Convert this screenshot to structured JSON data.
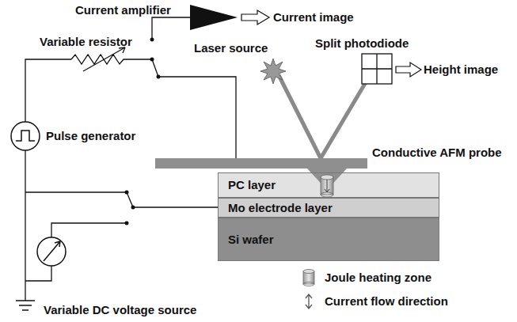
{
  "diagram": {
    "nodes": [
      {
        "text": [
          "PC layer"
        ]
      },
      {
        "text": [
          "Mo electrode layer"
        ]
      },
      {
        "text": [
          "Si wafer"
        ]
      }
    ],
    "labels": [
      "Current amplifier",
      "Current image",
      "Variable resistor",
      "Laser source",
      "Split photodiode",
      "Height image",
      "Pulse generator",
      "Conductive AFM probe",
      "Variable DC voltage source"
    ],
    "legend": [
      {
        "text": "Joule heating zone"
      },
      {
        "text": "Current flow direction"
      }
    ]
  }
}
